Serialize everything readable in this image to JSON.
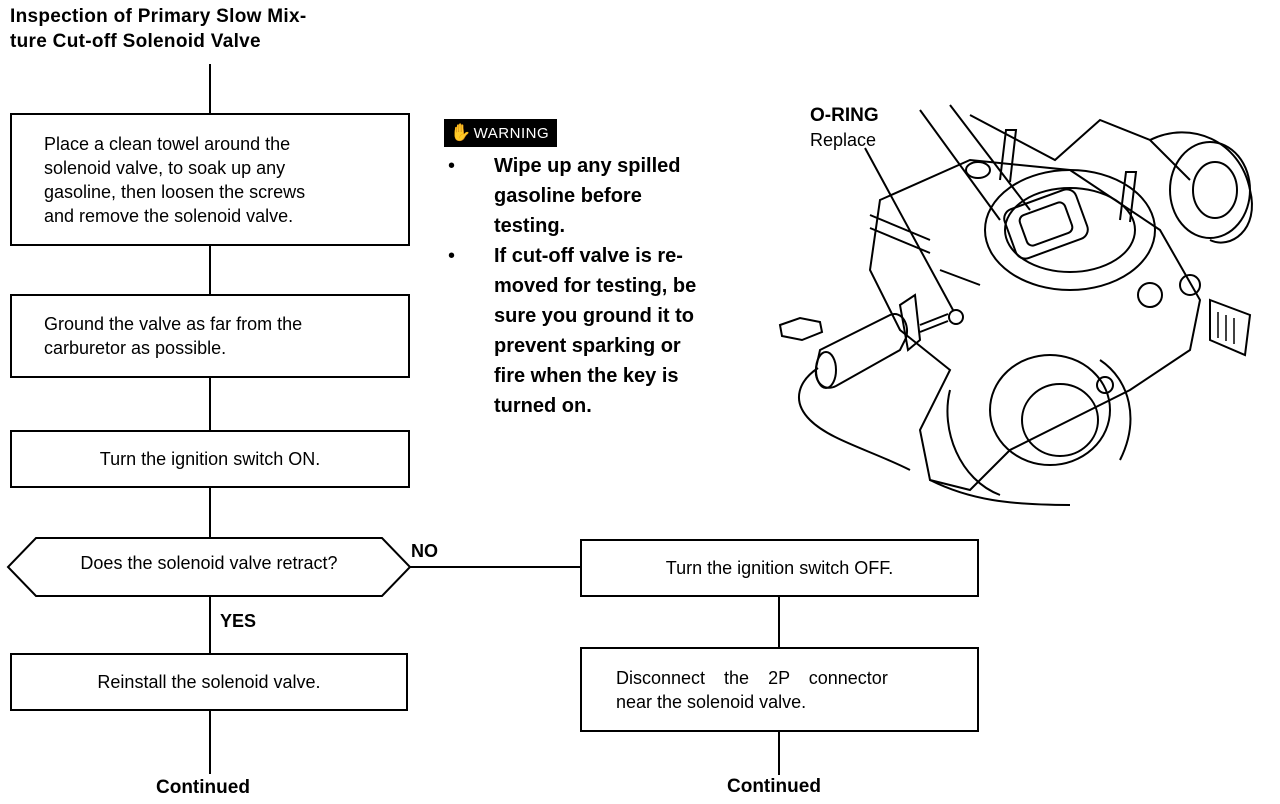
{
  "title": {
    "line1": "Inspection of Primary Slow Mix-",
    "line2": "ture Cut-off Solenoid Valve"
  },
  "steps": {
    "step1": [
      "Place a clean towel around the",
      "solenoid valve, to soak up any",
      "gasoline, then loosen the screws",
      "and remove the solenoid valve."
    ],
    "step2": [
      "Ground the valve as far from the",
      "carburetor as possible."
    ],
    "step3": "Turn the ignition switch ON.",
    "decision": "Does the solenoid valve retract?",
    "yes_label": "YES",
    "no_label": "NO",
    "yes_step": "Reinstall the solenoid valve.",
    "no_step1": "Turn the ignition switch OFF.",
    "no_step2": [
      "Disconnect the 2P connector",
      "near the solenoid valve."
    ],
    "continued_left": "Continued",
    "continued_right": "Continued"
  },
  "warning": {
    "badge": "WARNING",
    "icon": "hand-warning-icon",
    "bullet": "•",
    "items": [
      [
        "Wipe up any spilled",
        "gasoline before",
        "testing."
      ],
      [
        "If cut-off valve is re-",
        "moved for testing, be",
        "sure you ground it to",
        "prevent sparking or",
        "fire when the key is",
        "turned on."
      ]
    ]
  },
  "illustration": {
    "label_title": "O-RING",
    "label_sub": "Replace"
  }
}
